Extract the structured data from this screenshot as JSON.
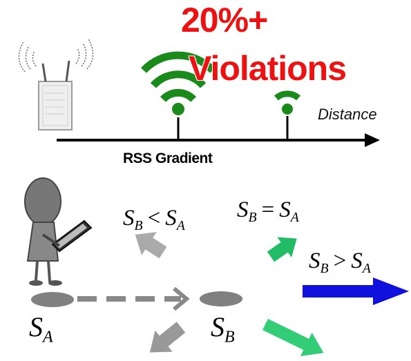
{
  "annotation": {
    "percent": "20%+",
    "violations": "Violations"
  },
  "axis": {
    "distance_label": "Distance",
    "gradient_label": "RSS Gradient"
  },
  "relations": {
    "lt": {
      "left": "S",
      "left_sub": "B",
      "op": "<",
      "right": "S",
      "right_sub": "A"
    },
    "eq": {
      "left": "S",
      "left_sub": "B",
      "op": "=",
      "right": "S",
      "right_sub": "A"
    },
    "gt": {
      "left": "S",
      "left_sub": "B",
      "op": ">",
      "right": "S",
      "right_sub": "A"
    }
  },
  "positions": {
    "a": {
      "symbol": "S",
      "sub": "A"
    },
    "b": {
      "symbol": "S",
      "sub": "B"
    }
  },
  "colors": {
    "wifi": "#1a8a1a",
    "violation": "#ee1111",
    "arrow_gray": "#aaaaaa",
    "arrow_green": "#22bb66",
    "arrow_blue": "#1111dd"
  },
  "icons": [
    "access-point-icon",
    "wifi-icon",
    "person-with-tablet-icon"
  ]
}
